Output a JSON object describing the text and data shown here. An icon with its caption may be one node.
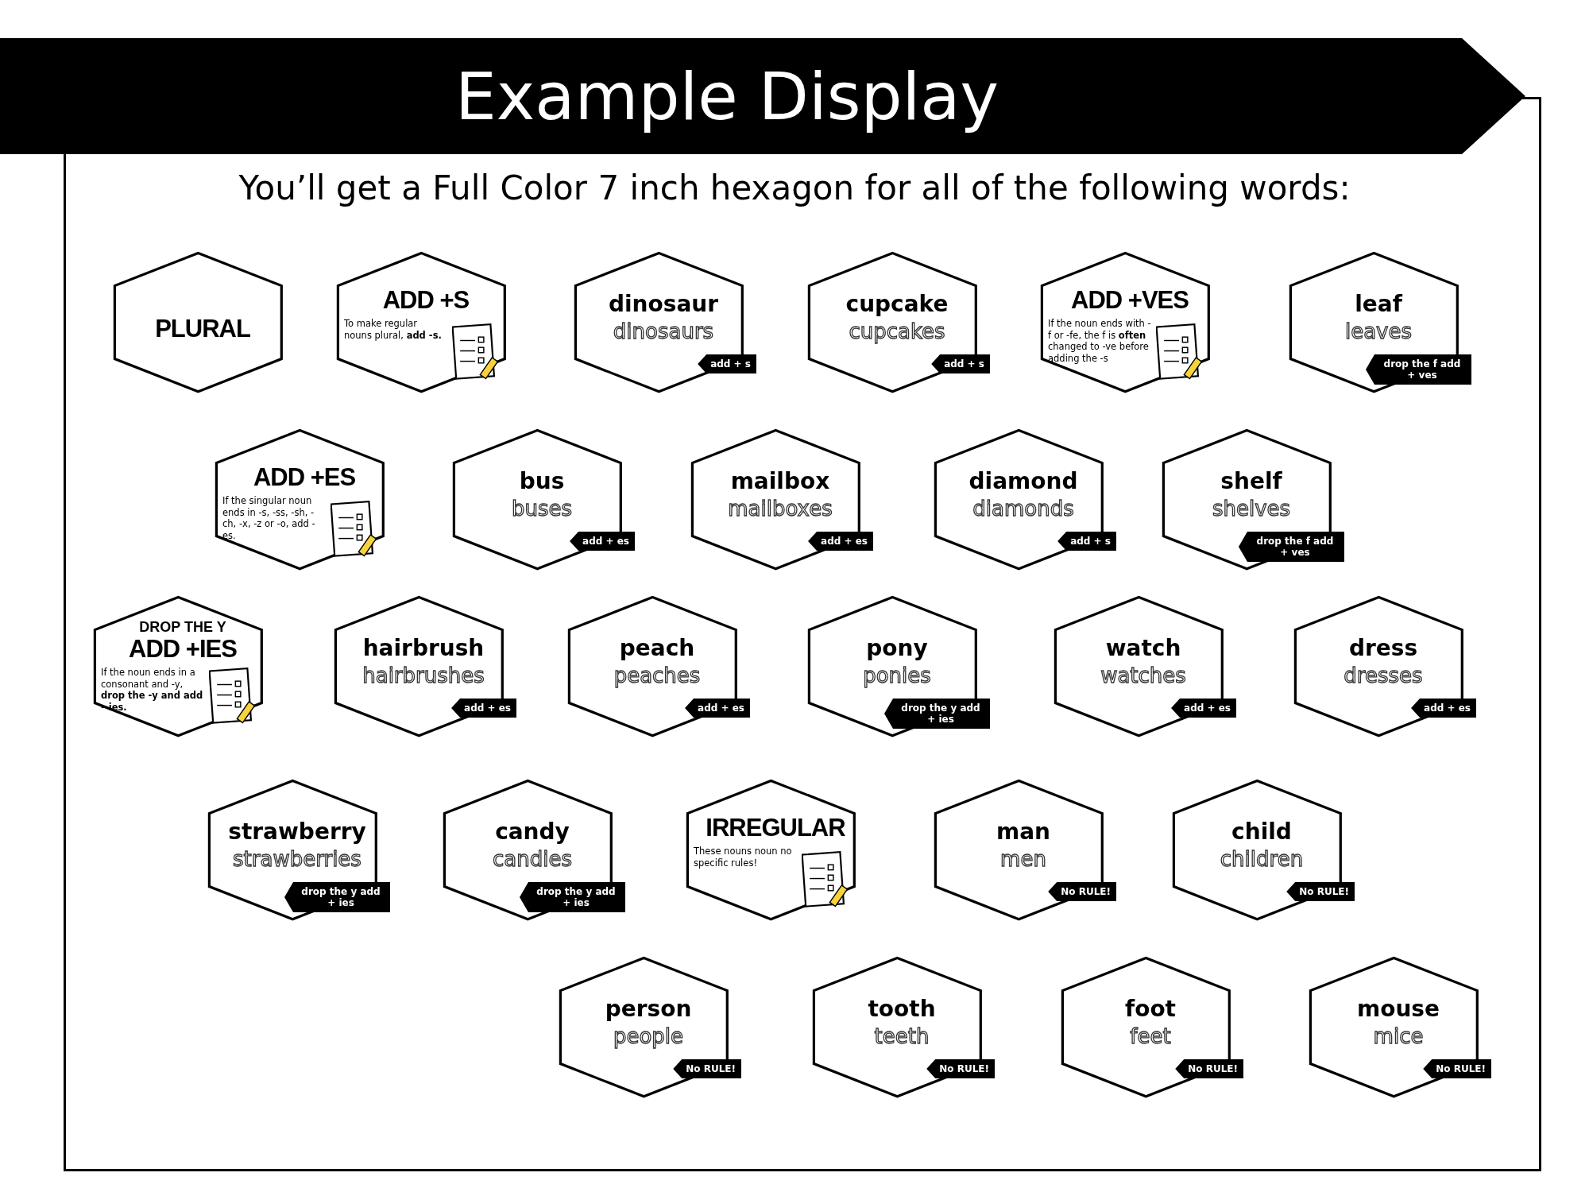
{
  "diagram": {
    "title": "Example Display",
    "nodes": [
      {
        "text": [
          "PLURAL"
        ]
      },
      {
        "text": [
          "ADD +S",
          "To make regular nouns plural, **add -s.**"
        ]
      },
      {
        "text": [
          "dinosaur",
          "dinosaurs",
          "add + s"
        ]
      },
      {
        "text": [
          "cupcake",
          "cupcakes",
          "add + s"
        ]
      },
      {
        "text": [
          "ADD +VES",
          "If the noun ends with -f or -fe, the f is **often** changed to -ve before adding the -s"
        ]
      },
      {
        "text": [
          "leaf",
          "leaves",
          "drop the f add + ves"
        ]
      },
      {
        "text": [
          "ADD +ES",
          "If the singular noun ends in -s, -ss, -sh, -ch, -x, -z or -o, add -es."
        ]
      },
      {
        "text": [
          "bus",
          "buses",
          "add + es"
        ]
      },
      {
        "text": [
          "mailbox",
          "mailboxes",
          "add + es"
        ]
      },
      {
        "text": [
          "diamond",
          "diamonds",
          "add + s"
        ]
      },
      {
        "text": [
          "shelf",
          "shelves",
          "drop the f add + ves"
        ]
      },
      {
        "text": [
          "DROP THE Y",
          "ADD +IES",
          "If the noun ends in a consonant and -y, **drop the -y and add – ies.**"
        ]
      },
      {
        "text": [
          "hairbrush",
          "hairbrushes",
          "add + es"
        ]
      },
      {
        "text": [
          "peach",
          "peaches",
          "add + es"
        ]
      },
      {
        "text": [
          "pony",
          "ponies",
          "drop the y add + ies"
        ]
      },
      {
        "text": [
          "watch",
          "watches",
          "add + es"
        ]
      },
      {
        "text": [
          "dress",
          "dresses",
          "add + es"
        ]
      },
      {
        "text": [
          "strawberry",
          "strawberries",
          "drop the y add + ies"
        ]
      },
      {
        "text": [
          "candy",
          "candies",
          "drop the y add + ies"
        ]
      },
      {
        "text": [
          "IRREGULAR",
          "These nouns noun no specific rules!"
        ]
      },
      {
        "text": [
          "man",
          "men",
          "No RULE!"
        ]
      },
      {
        "text": [
          "child",
          "children",
          "No RULE!"
        ]
      },
      {
        "text": [
          "person",
          "people",
          "No RULE!"
        ]
      },
      {
        "text": [
          "tooth",
          "teeth",
          "No RULE!"
        ]
      },
      {
        "text": [
          "foot",
          "feet",
          "No RULE!"
        ]
      },
      {
        "text": [
          "mouse",
          "mice",
          "No RULE!"
        ]
      }
    ],
    "labels": [
      "You’ll get a Full Color 7 inch hexagon for all of the following words:"
    ]
  }
}
